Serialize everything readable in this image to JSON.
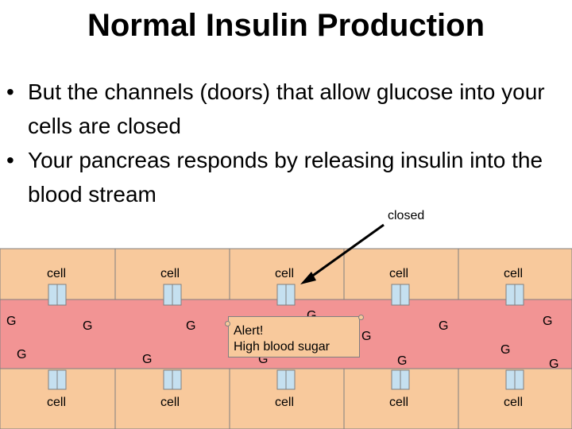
{
  "title": "Normal Insulin Production",
  "bullets": [
    "But the channels (doors) that allow glucose into your cells are closed",
    "Your pancreas responds by releasing insulin into the blood stream"
  ],
  "closed_label": "closed",
  "cell_label": "cell",
  "glucose_label": "G",
  "alert": {
    "line1": "Alert!",
    "line2": "High blood sugar"
  },
  "colors": {
    "cell_fill": "#f8c99c",
    "blood_fill": "#f29494",
    "channel_fill": "#c5e0f0",
    "border": "#808080"
  }
}
